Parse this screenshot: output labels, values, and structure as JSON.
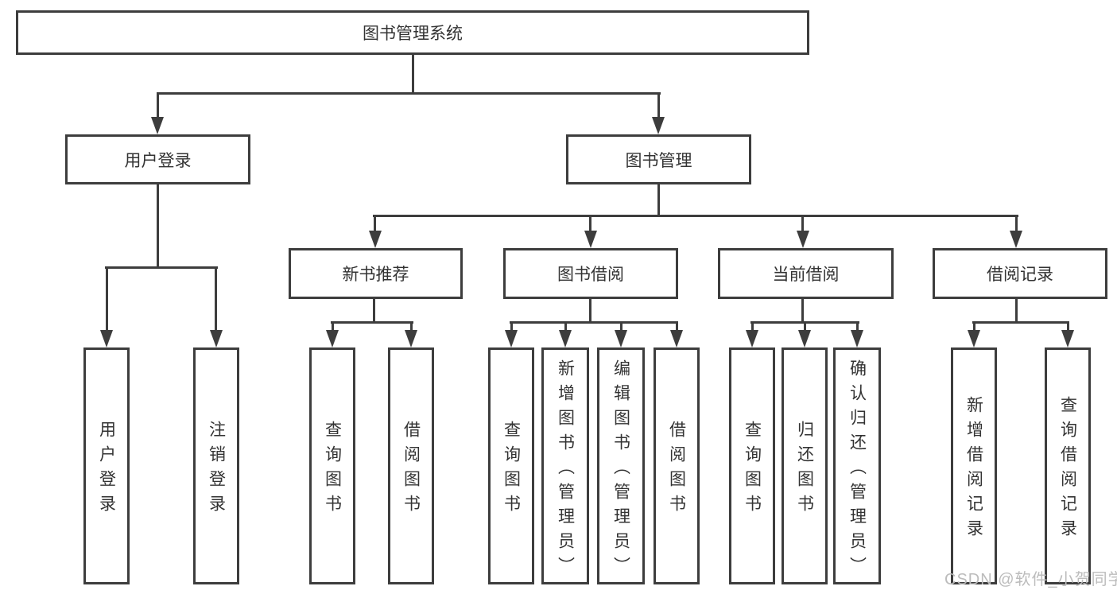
{
  "diagram": {
    "title": "图书管理系统",
    "root": {
      "label": "图书管理系统"
    },
    "level2": [
      {
        "label": "用户登录"
      },
      {
        "label": "图书管理"
      }
    ],
    "level3": [
      {
        "label": "新书推荐"
      },
      {
        "label": "图书借阅"
      },
      {
        "label": "当前借阅"
      },
      {
        "label": "借阅记录"
      }
    ],
    "leaves": {
      "login": [
        {
          "label": "用户登录"
        },
        {
          "label": "注销登录"
        }
      ],
      "recommend": [
        {
          "label": "查询图书"
        },
        {
          "label": "借阅图书"
        }
      ],
      "borrow": [
        {
          "label": "查询图书"
        },
        {
          "label": "新增图书（管理员）"
        },
        {
          "label": "编辑图书（管理员）"
        },
        {
          "label": "借阅图书"
        }
      ],
      "current": [
        {
          "label": "查询图书"
        },
        {
          "label": "归还图书"
        },
        {
          "label": "确认归还（管理员）"
        }
      ],
      "records": [
        {
          "label": "新增借阅记录"
        },
        {
          "label": "查询借阅记录"
        }
      ]
    },
    "watermark": "CSDN @软件_小贺同学",
    "colors": {
      "line": "#3d3d3d",
      "text": "#333333",
      "watermark": "#bcbcbc",
      "background": "#ffffff"
    }
  }
}
